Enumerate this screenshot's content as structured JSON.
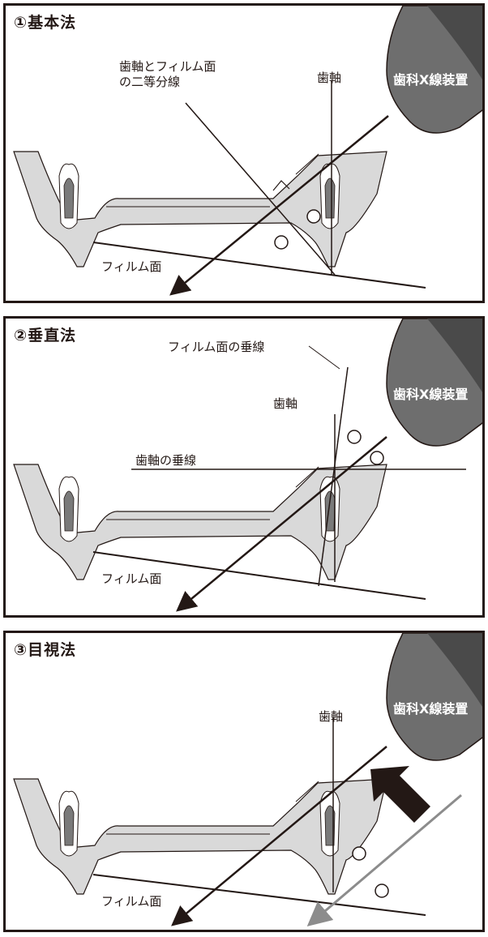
{
  "colors": {
    "frame": "#231815",
    "device_dark": "#4a4a4a",
    "device_mid": "#6e6e6e",
    "jaw_fill": "#d9d9d9",
    "pulp_fill": "#7a7a7a",
    "gray_beam": "#8c8c8c"
  },
  "device_label": "歯科X線装置",
  "film_label": "フィルム面",
  "tooth_axis_label": "歯軸",
  "icons": [
    "x-ray-device-icon",
    "jaw-cross-section-icon",
    "arrow-icon"
  ],
  "panels": [
    {
      "title": "①基本法",
      "labels": {
        "bisector": "歯軸とフィルム面\nの二等分線"
      }
    },
    {
      "title": "②垂直法",
      "labels": {
        "film_perpendicular": "フィルム面の垂線",
        "axis_perpendicular": "歯軸の垂線"
      }
    },
    {
      "title": "③目視法",
      "labels": {}
    }
  ]
}
